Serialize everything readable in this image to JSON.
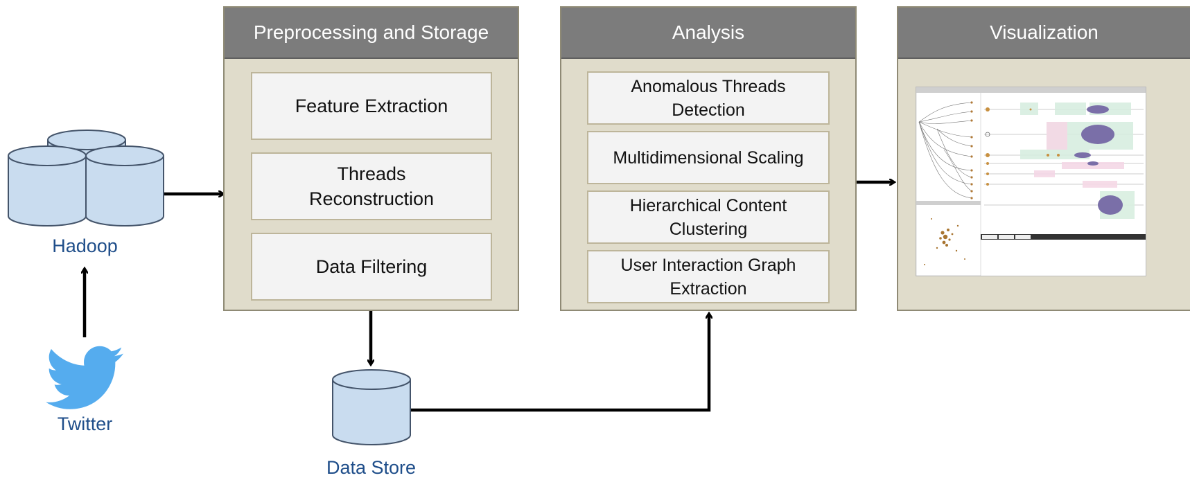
{
  "panels": {
    "preprocessing": {
      "title": "Preprocessing and Storage",
      "steps": [
        "Feature Extraction",
        "Threads\nReconstruction",
        "Data Filtering"
      ]
    },
    "analysis": {
      "title": "Analysis",
      "steps": [
        "Anomalous Threads\nDetection",
        "Multidimensional Scaling",
        "Hierarchical Content\nClustering",
        "User Interaction Graph\nExtraction"
      ]
    },
    "visualization": {
      "title": "Visualization"
    }
  },
  "sources": {
    "hadoop": "Hadoop",
    "twitter": "Twitter",
    "data_store": "Data Store"
  },
  "colors": {
    "panel_fill": "#e0dccb",
    "panel_header": "#7c7c7c",
    "step_fill": "#f3f3f3",
    "cylinder_fill": "#c9dcef",
    "cylinder_stroke": "#44546a",
    "label_blue": "#1f4e8a",
    "twitter_blue": "#55acee"
  },
  "icons": [
    "database-icon",
    "twitter-bird-icon",
    "visualization-screenshot"
  ]
}
